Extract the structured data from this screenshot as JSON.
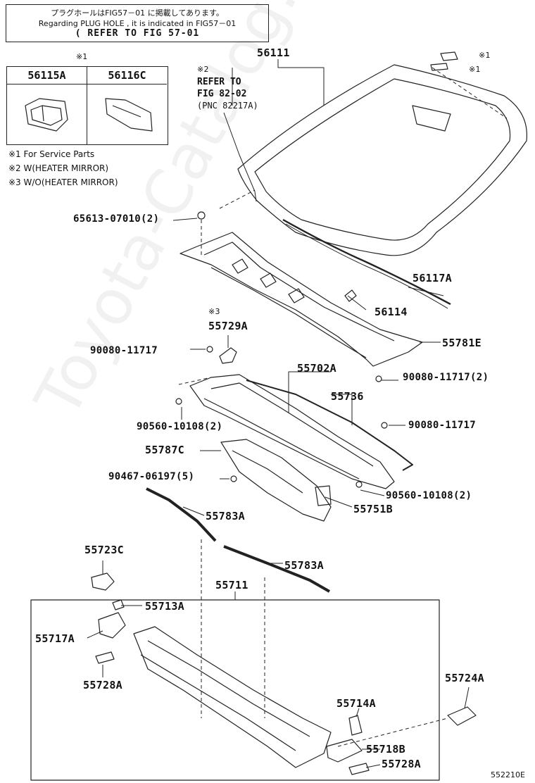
{
  "note": {
    "line1": "プラグホールはFIG57－01 に掲載してあります。",
    "line2": "Regarding  PLUG HOLE , it is indicated in FIG57－01",
    "line3": "( REFER TO FIG 57-01"
  },
  "service_parts": {
    "mark": "※1",
    "col1": "56115A",
    "col2": "56116C"
  },
  "legend": [
    "※1 For Service Parts",
    "※2 W(HEATER MIRROR)",
    "※3 W/O(HEATER MIRROR)"
  ],
  "reference": {
    "mark": "※2",
    "line1": "REFER TO",
    "line2": "FIG 82-02",
    "line3": "(PNC 82217A)"
  },
  "labels": {
    "p56111": "56111",
    "mark1a": "※1",
    "mark1b": "※1",
    "p65613": "65613-07010(2)",
    "p56117A": "56117A",
    "p56114": "56114",
    "p55781E": "55781E",
    "mark3": "※3",
    "p55729A": "55729A",
    "p90080a": "90080-11717",
    "p55702A": "55702A",
    "p90080b": "90080-11717(2)",
    "p55736": "55736",
    "p90560a": "90560-10108(2)",
    "p90080c": "90080-11717",
    "p55787C": "55787C",
    "p90467": "90467-06197(5)",
    "p90560b": "90560-10108(2)",
    "p55751B": "55751B",
    "p55783Aa": "55783A",
    "p55723C": "55723C",
    "p55783Ab": "55783A",
    "p55711": "55711",
    "p55713A": "55713A",
    "p55717A": "55717A",
    "p55728Aa": "55728A",
    "p55724A": "55724A",
    "p55714A": "55714A",
    "p55718B": "55718B",
    "p55728Ab": "55728A"
  },
  "figure_id": "552210E",
  "watermark": "Toyota-Catalog.ru"
}
